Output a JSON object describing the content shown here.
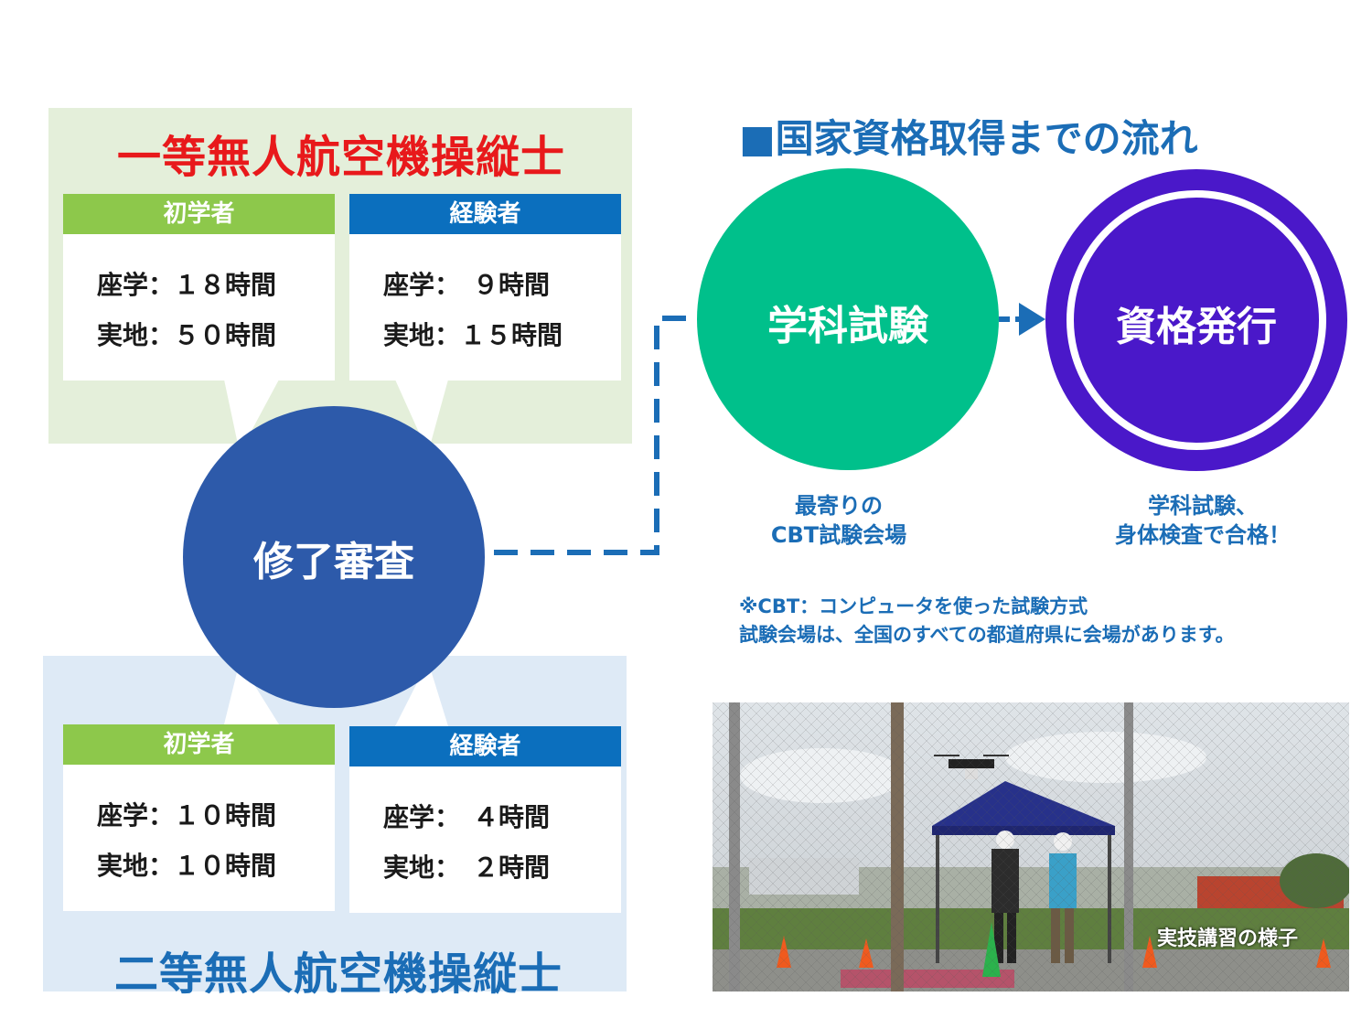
{
  "first_class": {
    "title": "一等無人航空機操縦士",
    "beginner": {
      "label": "初学者",
      "line1": "座学：１８時間",
      "line2": "実地：５０時間"
    },
    "experienced": {
      "label": "経験者",
      "line1": "座学：　９時間",
      "line2": "実地：１５時間"
    }
  },
  "second_class": {
    "title": "二等無人航空機操縦士",
    "beginner": {
      "label": "初学者",
      "line1": "座学：１０時間",
      "line2": "実地：１０時間"
    },
    "experienced": {
      "label": "経験者",
      "line1": "座学：　４時間",
      "line2": "実地：　２時間"
    }
  },
  "review": {
    "label": "修了審査"
  },
  "flow": {
    "title": "■国家資格取得までの流れ",
    "exam": {
      "label": "学科試験",
      "caption1": "最寄りの",
      "caption2": "CBT試験会場"
    },
    "license": {
      "label": "資格発行",
      "caption1": "学科試験、",
      "caption2": "身体検査で合格！"
    },
    "note1": "※CBT：コンピュータを使った試験方式",
    "note2": "試験会場は、全国のすべての都道府県に会場があります。"
  },
  "photo": {
    "caption": "実技講習の様子"
  },
  "colors": {
    "red": "#e8191b",
    "blue": "#1b6db6",
    "green_header": "#8dc84b",
    "review_circle": "#2d5aaa",
    "exam_circle": "#00c08b",
    "license_circle": "#4a18c9"
  }
}
